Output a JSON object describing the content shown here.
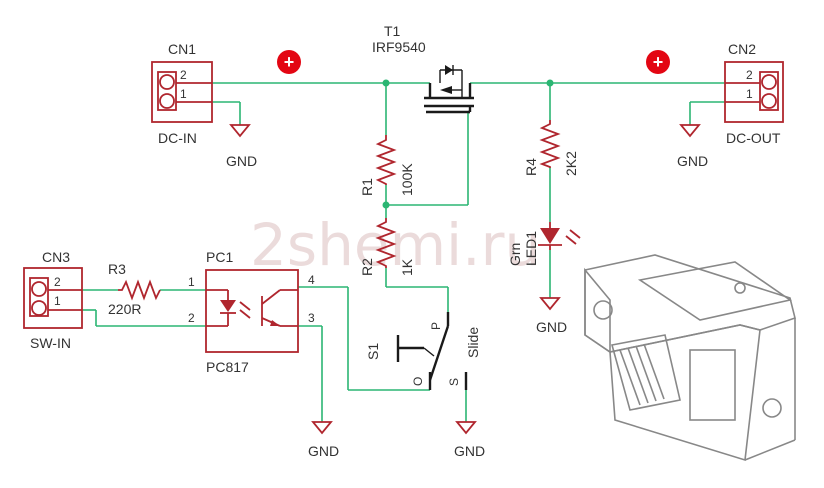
{
  "colors": {
    "wire": "#2bb673",
    "part": "#b0262e",
    "text": "#333333",
    "junction": "#2bb673",
    "plus_marker": "#e30613",
    "watermark": "#c89a9a"
  },
  "watermark": "2shemi.ru",
  "plus_markers": [
    "+",
    "+"
  ],
  "cn1": {
    "ref": "CN1",
    "name": "DC-IN",
    "pin_top": "2",
    "pin_bottom": "1"
  },
  "cn2": {
    "ref": "CN2",
    "name": "DC-OUT",
    "pin_top": "2",
    "pin_bottom": "1"
  },
  "cn3": {
    "ref": "CN3",
    "name": "SW-IN",
    "pin_top": "2",
    "pin_bottom": "1"
  },
  "t1": {
    "ref": "T1",
    "value": "IRF9540"
  },
  "r1": {
    "ref": "R1",
    "value": "100K"
  },
  "r2": {
    "ref": "R2",
    "value": "1K"
  },
  "r3": {
    "ref": "R3",
    "value": "220R"
  },
  "r4": {
    "ref": "R4",
    "value": "2K2"
  },
  "led1": {
    "ref": "LED1",
    "color": "Grn"
  },
  "pc1": {
    "ref": "PC1",
    "value": "PC817",
    "pin1": "1",
    "pin2": "2",
    "pin3": "3",
    "pin4": "4"
  },
  "s1": {
    "ref": "S1",
    "type": "Slide",
    "pin_p": "P",
    "pin_o": "O",
    "pin_s": "S"
  },
  "gnd": {
    "label": "GND"
  }
}
